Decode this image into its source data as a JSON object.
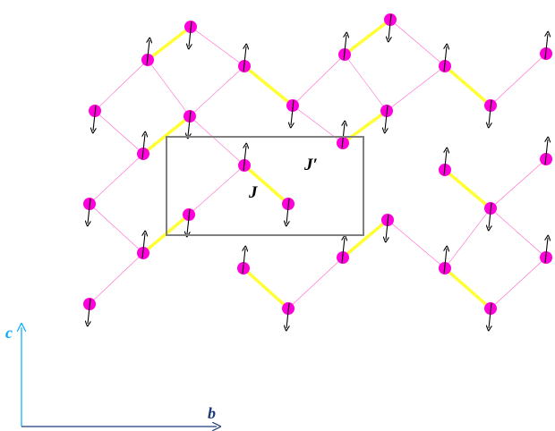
{
  "labels": {
    "j": "J",
    "j_prime": "J′",
    "axis_c": "c",
    "axis_b": "b"
  },
  "colors": {
    "atom": "#ff00dd",
    "dimer_bond": "#ffff33",
    "weak_bond": "#ff66cc",
    "cell": "#808080",
    "axis_c": "#00aaff",
    "axis_b": "#1a3a7a",
    "spin": "#000000"
  },
  "spins": {
    "description_free": true,
    "atoms": [
      {
        "col": 0,
        "row": 0,
        "spin": "down"
      }
    ]
  }
}
